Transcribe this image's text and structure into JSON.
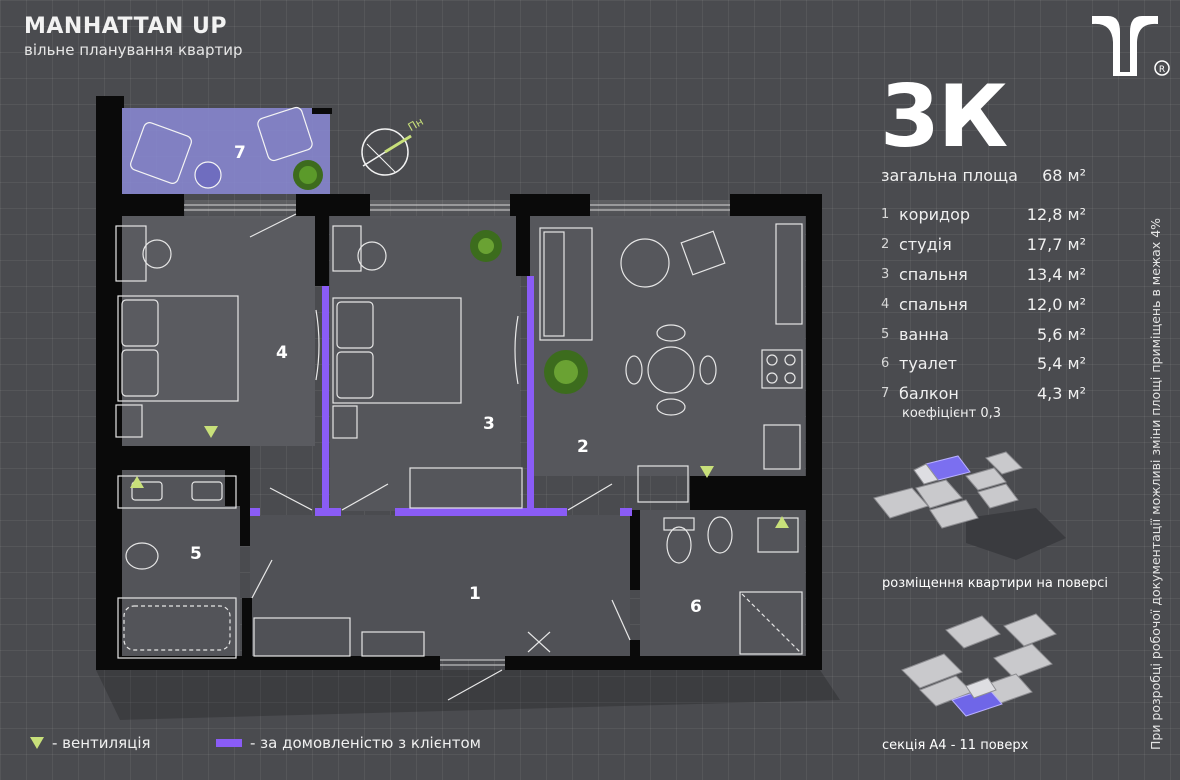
{
  "brand": {
    "name": "MANHATTAN UP",
    "subtitle": "вільне планування квартир"
  },
  "apartment": {
    "type": "3К",
    "total_label": "загальна площа",
    "total_area": "68 м²"
  },
  "rooms": [
    {
      "num": "1",
      "name": "коридор",
      "area": "12,8 м²"
    },
    {
      "num": "2",
      "name": "студія",
      "area": "17,7 м²"
    },
    {
      "num": "3",
      "name": "спальня",
      "area": "13,4 м²"
    },
    {
      "num": "4",
      "name": "спальня",
      "area": "12,0 м²"
    },
    {
      "num": "5",
      "name": "ванна",
      "area": "5,6 м²"
    },
    {
      "num": "6",
      "name": "туалет",
      "area": "5,4 м²"
    },
    {
      "num": "7",
      "name": "балкон",
      "area": "4,3 м²"
    }
  ],
  "coefficient": "коефіцієнт 0,3",
  "compass_label": "Пн",
  "floor_caption": "розміщення квартири на поверсі",
  "section_caption": "секція А4 - 11 поверх",
  "side_note": "При розробці робочої документації можливі зміни площі приміщень в межах 4%",
  "legend": {
    "ventilation": "- вентиляція",
    "by_agreement": "- за домовленістю з клієнтом"
  },
  "colors": {
    "accent_purple": "#8a5cf6",
    "vent_green": "#c8e07a",
    "balcony_fill": "#8b89d6",
    "wall": "#0a0a0a"
  }
}
